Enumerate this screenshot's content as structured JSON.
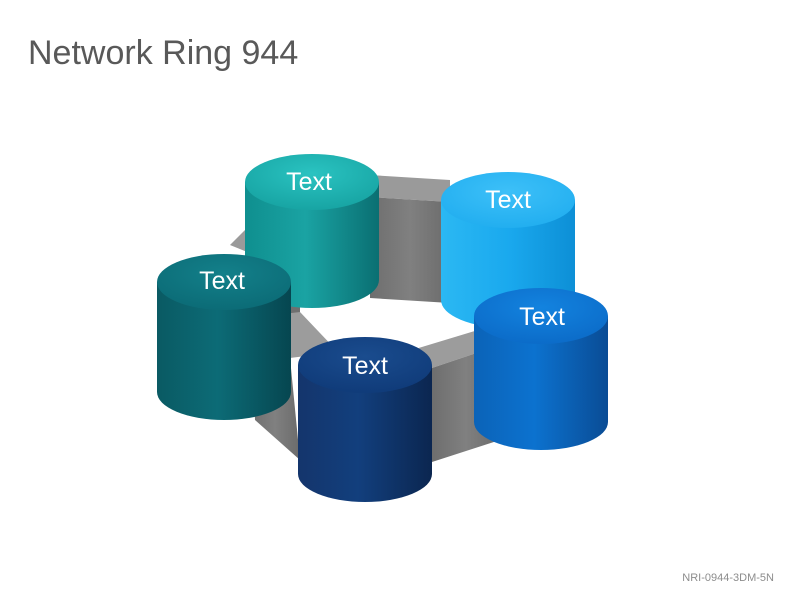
{
  "slide": {
    "title": "Network Ring 944",
    "code": "NRI-0944-3DM-5N"
  },
  "diagram": {
    "nodes": [
      {
        "id": "top-left",
        "label": "Text",
        "color": "#1aa3a3"
      },
      {
        "id": "top-right",
        "label": "Text",
        "color": "#1faef0"
      },
      {
        "id": "left",
        "label": "Text",
        "color": "#0b6b77"
      },
      {
        "id": "right",
        "label": "Text",
        "color": "#0b6cc7"
      },
      {
        "id": "bottom",
        "label": "Text",
        "color": "#0f3a78"
      }
    ],
    "connector_color": "#7f7f7f"
  }
}
